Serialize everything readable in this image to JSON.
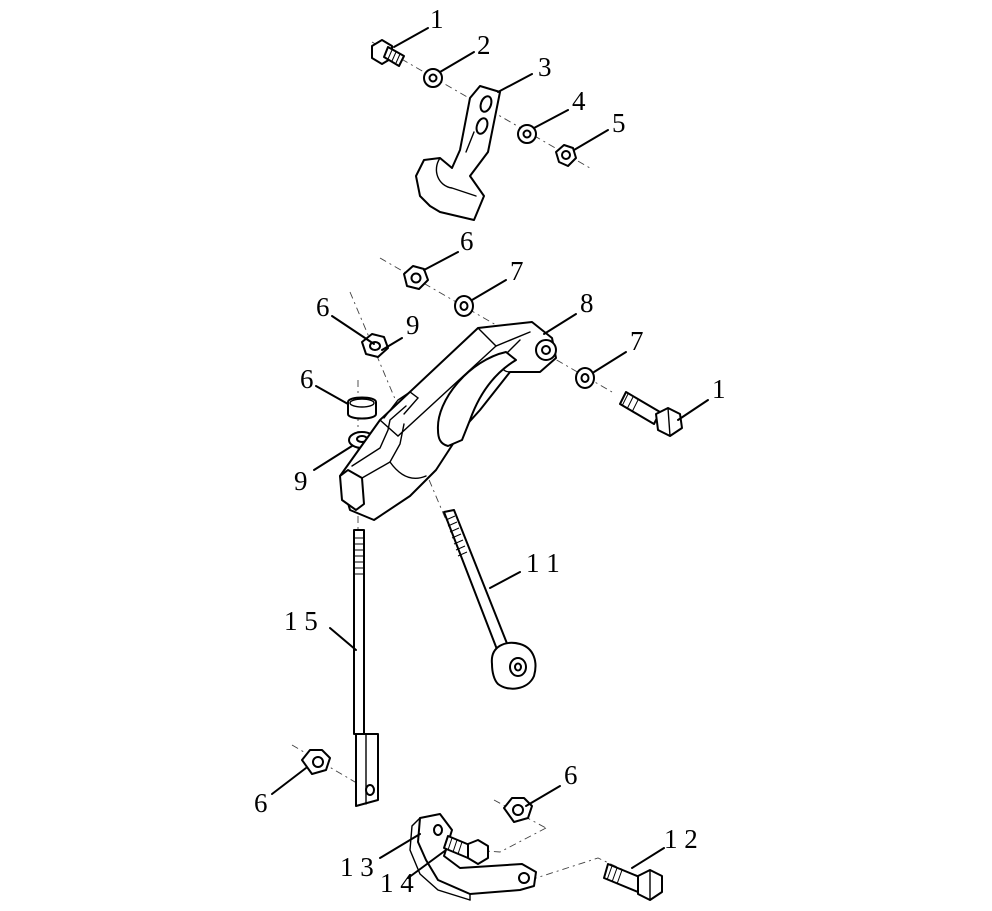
{
  "diagram": {
    "background": "#ffffff",
    "line_color": "#000000",
    "callouts": [
      {
        "id": "c1a",
        "text": "1"
      },
      {
        "id": "c2",
        "text": "2"
      },
      {
        "id": "c3",
        "text": "3"
      },
      {
        "id": "c4",
        "text": "4"
      },
      {
        "id": "c5",
        "text": "5"
      },
      {
        "id": "c6a",
        "text": "6"
      },
      {
        "id": "c7a",
        "text": "7"
      },
      {
        "id": "c6b",
        "text": "6"
      },
      {
        "id": "c9a",
        "text": "9"
      },
      {
        "id": "c8",
        "text": "8"
      },
      {
        "id": "c7b",
        "text": "7"
      },
      {
        "id": "c1b",
        "text": "1"
      },
      {
        "id": "c6c",
        "text": "6"
      },
      {
        "id": "c9b",
        "text": "9"
      },
      {
        "id": "c11",
        "text": "1 1"
      },
      {
        "id": "c15",
        "text": "1 5"
      },
      {
        "id": "c6d",
        "text": "6"
      },
      {
        "id": "c6e",
        "text": "6"
      },
      {
        "id": "c12",
        "text": "1 2"
      },
      {
        "id": "c13",
        "text": "1 3"
      },
      {
        "id": "c14",
        "text": "1 4"
      }
    ]
  }
}
